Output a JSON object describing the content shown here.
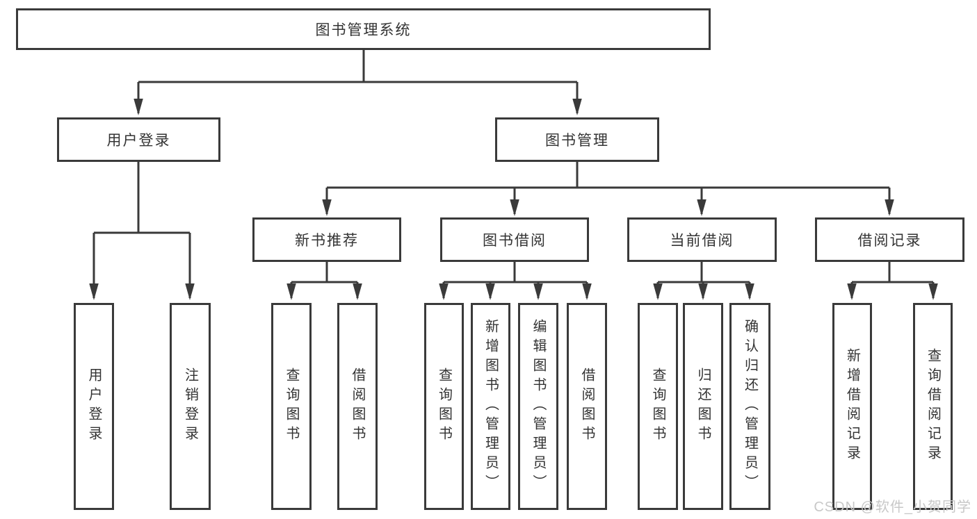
{
  "diagram_type": "hierarchy-tree",
  "tree": {
    "label": "图书管理系统",
    "children": [
      {
        "label": "用户登录",
        "children": [
          {
            "label": "用户登录"
          },
          {
            "label": "注销登录"
          }
        ]
      },
      {
        "label": "图书管理",
        "children": [
          {
            "label": "新书推荐",
            "children": [
              {
                "label": "查询图书"
              },
              {
                "label": "借阅图书"
              }
            ]
          },
          {
            "label": "图书借阅",
            "children": [
              {
                "label": "查询图书"
              },
              {
                "label": "新增图书（管理员）"
              },
              {
                "label": "编辑图书（管理员）"
              },
              {
                "label": "借阅图书"
              }
            ]
          },
          {
            "label": "当前借阅",
            "children": [
              {
                "label": "查询图书"
              },
              {
                "label": "归还图书"
              },
              {
                "label": "确认归还（管理员）"
              }
            ]
          },
          {
            "label": "借阅记录",
            "children": [
              {
                "label": "新增借阅记录"
              },
              {
                "label": "查询借阅记录"
              }
            ]
          }
        ]
      }
    ]
  },
  "watermark": "CSDN @软件_小贺同学",
  "colors": {
    "line": "#3a3a3a",
    "text": "#333333",
    "watermark": "#c8c8c8",
    "background": "#ffffff"
  }
}
